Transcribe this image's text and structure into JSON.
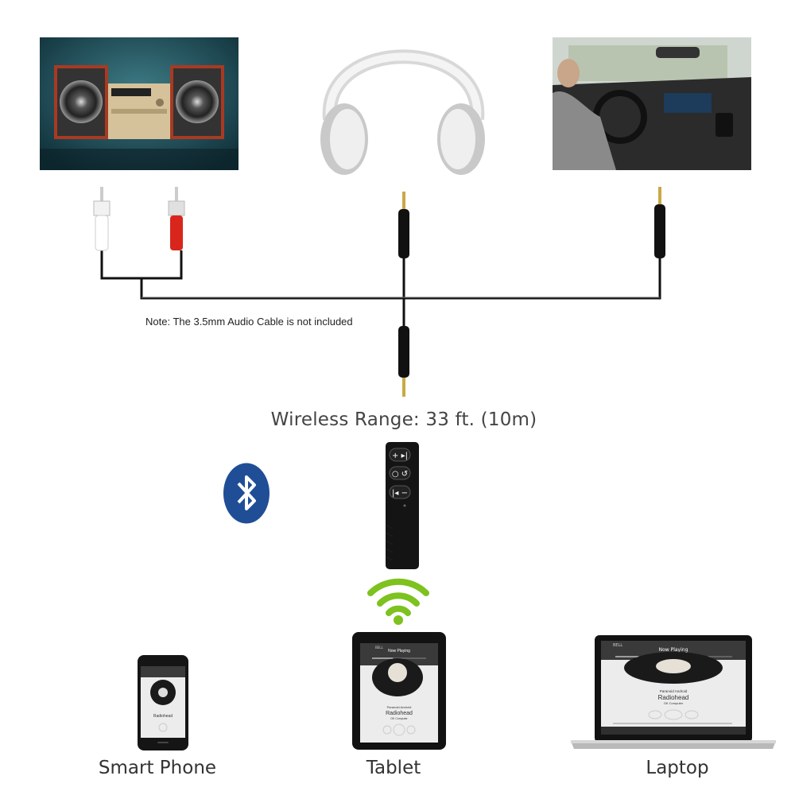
{
  "note": "Note: The 3.5mm Audio Cable is not included",
  "range_label": "Wireless Range: 33 ft. (10m)",
  "devices": {
    "phone": "Smart Phone",
    "tablet": "Tablet",
    "laptop": "Laptop"
  },
  "screen": {
    "carrier": "BELL",
    "title": "Now Playing",
    "song": "Paranoid Android",
    "artist": "Radiohead",
    "album": "OK Computer"
  },
  "colors": {
    "bluetooth": "#1f4e96",
    "wifi": "#7dc21e",
    "rca_red": "#d9261c"
  }
}
